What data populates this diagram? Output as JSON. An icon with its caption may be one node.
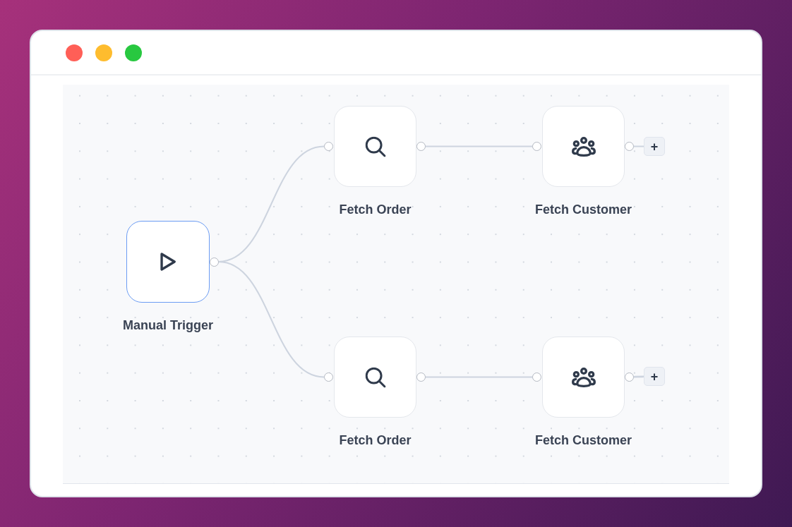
{
  "diagram": {
    "nodes": [
      {
        "text": [
          "Manual Trigger"
        ]
      },
      {
        "text": [
          "Fetch Order"
        ]
      },
      {
        "text": [
          "Fetch Customer"
        ]
      },
      {
        "text": [
          "+"
        ]
      },
      {
        "text": [
          "Fetch Order"
        ]
      },
      {
        "text": [
          "Fetch Customer"
        ]
      },
      {
        "text": [
          "+"
        ]
      }
    ],
    "edges": [
      {
        "from": 0,
        "to": 1,
        "arrow": "none"
      },
      {
        "from": 1,
        "to": 2,
        "arrow": "none"
      },
      {
        "from": 2,
        "to": 3,
        "arrow": "none"
      },
      {
        "from": 0,
        "to": 4,
        "arrow": "none"
      },
      {
        "from": 4,
        "to": 5,
        "arrow": "none"
      },
      {
        "from": 5,
        "to": 6,
        "arrow": "none"
      }
    ]
  }
}
